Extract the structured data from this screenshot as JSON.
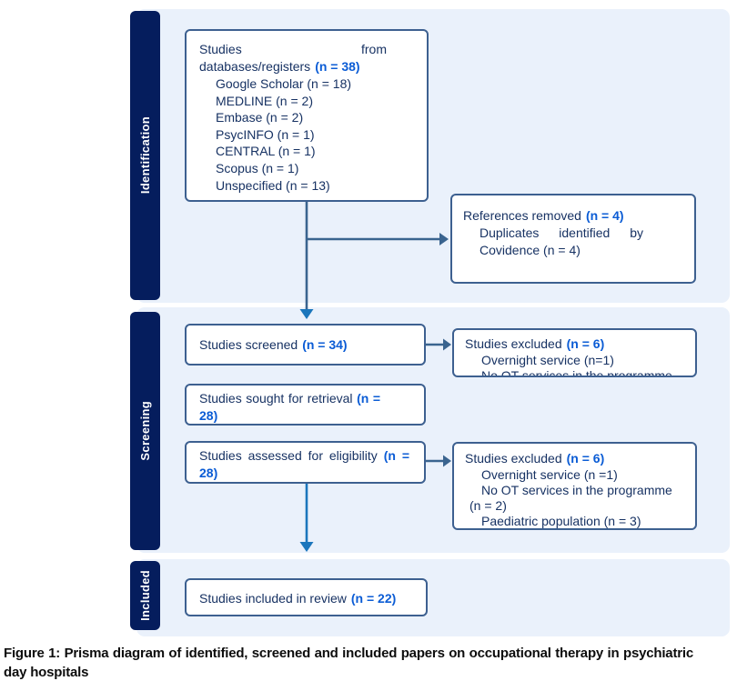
{
  "sidebar": {
    "identification": "Identification",
    "screening": "Screening",
    "included": "Included"
  },
  "boxes": {
    "studies_db": {
      "title_w1": "Studies",
      "title_w2": "from",
      "title_l2": "databases/registers",
      "n": "(n = 38)",
      "items": [
        "Google Scholar (n = 18)",
        "MEDLINE (n = 2)",
        "Embase (n = 2)",
        "PsycINFO (n = 1)",
        "CENTRAL (n = 1)",
        "Scopus (n = 1)",
        "Unspecified (n = 13)"
      ]
    },
    "references_removed": {
      "title": "References removed",
      "n": "(n = 4)",
      "w1": "Duplicates",
      "w2": "identified",
      "w3": "by",
      "line2": "Covidence (n = 4)"
    },
    "screened": {
      "title": "Studies screened",
      "n": "(n = 34)"
    },
    "sought": {
      "title": "Studies sought for retrieval",
      "n1": "(n =",
      "n2": "28)"
    },
    "assessed": {
      "title": "Studies assessed for eligibility",
      "n1": "(n =",
      "n2": "28)"
    },
    "excluded1": {
      "title": "Studies excluded",
      "n": "(n = 6)",
      "items": [
        "Overnight service (n=1)",
        "No OT services in the programme"
      ]
    },
    "excluded2": {
      "title": "Studies excluded",
      "n": "(n = 6)",
      "item1": "Overnight service (n =1)",
      "item2": "No OT services in the programme",
      "hang": "(n = 2)",
      "item3": "Paediatric population (n = 3)"
    },
    "included": {
      "title": "Studies included in review",
      "n": "(n = 22)"
    }
  },
  "caption": "Figure 1: Prisma diagram of identified, screened and included papers on occupational therapy in psychiatric day hospitals",
  "colors": {
    "sidebar_navy": "#051D5D",
    "panel_blue": "#EAF1FB",
    "box_border": "#3D6090",
    "body_text": "#173263",
    "n_accent": "#0B5CD5",
    "arrow_slate": "#3A648F",
    "arrow_teal": "#1B76BC"
  }
}
